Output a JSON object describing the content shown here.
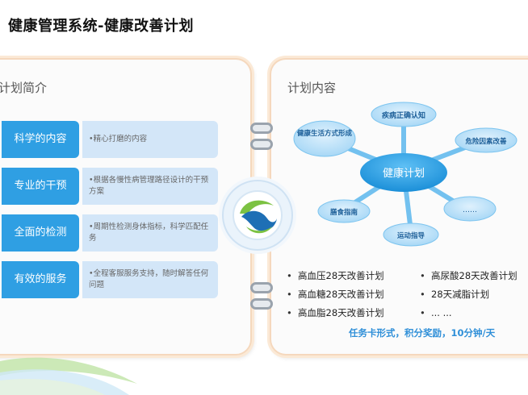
{
  "title": "健康管理系统-健康改善计划",
  "left_panel": {
    "heading": "计划简介",
    "rows": [
      {
        "label": "科学的内容",
        "desc": "•精心打磨的内容"
      },
      {
        "label": "专业的干预",
        "desc": "•根据各慢性病管理路径设计的干预方案"
      },
      {
        "label": "全面的检测",
        "desc": "•周期性检测身体指标，科学匹配任务"
      },
      {
        "label": "有效的服务",
        "desc": "•全程客服服务支持，随时解答任何问题"
      }
    ]
  },
  "right_panel": {
    "heading": "计划内容",
    "mind_map": {
      "center": "健康计划",
      "nodes": [
        "疾病正确认知",
        "健康生活方式形成",
        "危险因素改善",
        "膳食指南",
        "……",
        "运动指导"
      ]
    },
    "plans_left": [
      "高血压28天改善计划",
      "高血糖28天改善计划",
      "高血脂28天改善计划"
    ],
    "plans_right": [
      "高尿酸28天改善计划",
      "28天减脂计划",
      "... ..."
    ],
    "tagline": "任务卡形式，积分奖励，10分钟/天"
  },
  "colors": {
    "accent_blue": "#2f9fe3",
    "light_blue": "#d3e6f8",
    "cloud_blue": "#a8d8f6",
    "panel_border": "#f5d8bd",
    "logo_green": "#7cc242",
    "logo_blue": "#1e6fb5"
  },
  "icons": {
    "logo": "s-swoosh-logo",
    "binder": "binder-ring-icon"
  }
}
